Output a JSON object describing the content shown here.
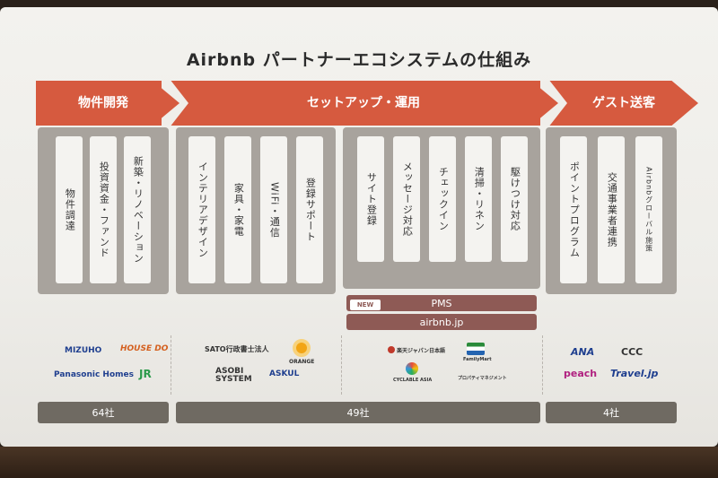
{
  "title": "Airbnb パートナーエコシステムの仕組み",
  "phases": [
    "物件開発",
    "セットアップ・運用",
    "ゲスト送客"
  ],
  "columns": {
    "development": [
      "物件調達",
      "投資資金・ファンド",
      "新築・リノベーション"
    ],
    "setup_a": [
      "インテリアデザイン",
      "家具・家電",
      "WiFi・通信",
      "登録サポート"
    ],
    "setup_b": [
      "サイト登録",
      "メッセージ対応",
      "チェックイン",
      "清掃・リネン",
      "駆けつけ対応"
    ],
    "guest": [
      "ポイントプログラム",
      "交通事業者連携",
      "Airbnbグローバル施策"
    ]
  },
  "platform": {
    "new_badge": "NEW",
    "pms": "PMS",
    "airbnb": "airbnb.jp"
  },
  "logos": {
    "development": [
      "MIZUHO",
      "HOUSE DO",
      "Panasonic Homes",
      "JR"
    ],
    "setup_a": [
      "SATO行政書士法人",
      "ORANGE",
      "ASOBI SYSTEM",
      "ASKUL"
    ],
    "setup_b": [
      "楽天ジャパン日本語",
      "FamilyMart",
      "CYCLABLE ASIA",
      "プロパティマネジメント"
    ],
    "guest": [
      "ANA",
      "CCC",
      "peach",
      "Travel.jp"
    ]
  },
  "counts": [
    "64社",
    "49社",
    "4社"
  ],
  "colors": {
    "banner": "#d65a3f",
    "bar": "#8e5a55",
    "pill": "#6f6a62"
  }
}
